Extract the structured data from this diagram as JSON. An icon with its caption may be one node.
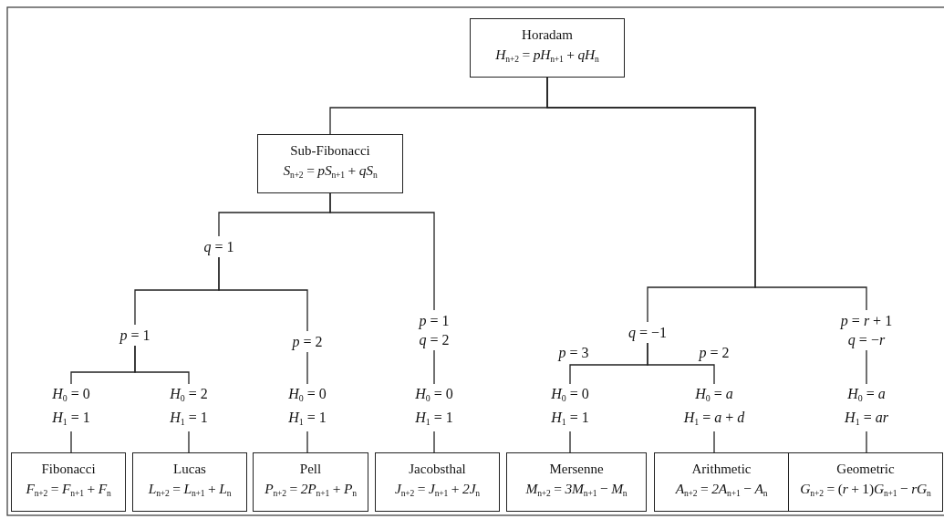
{
  "diagram": {
    "nodes": [
      {
        "text": [
          "Horadam",
          "*H*$_{n+2}$ = *pH*$_{n+1}$ + *qH*$_{n}$"
        ]
      },
      {
        "text": [
          "Sub-Fibonacci",
          "*S*$_{n+2}$ = *pS*$_{n+1}$ + *qS*$_{n}$"
        ]
      },
      {
        "text": [
          "*q* = 1"
        ]
      },
      {
        "text": [
          "*p* = 1"
        ]
      },
      {
        "text": [
          "*p* = 2"
        ]
      },
      {
        "text": [
          "*p* = 1",
          "*q* = 2"
        ]
      },
      {
        "text": [
          "*q* = −1"
        ]
      },
      {
        "text": [
          "*p* = *r* + 1",
          "*q* = −*r*"
        ]
      },
      {
        "text": [
          "*H*$_{0}$ = 0",
          "*H*$_{1}$ = 1"
        ]
      },
      {
        "text": [
          "*H*$_{0}$ = 2",
          "*H*$_{1}$ = 1"
        ]
      },
      {
        "text": [
          "*H*$_{0}$ = 0",
          "*H*$_{1}$ = 1"
        ]
      },
      {
        "text": [
          "*H*$_{0}$ = 0",
          "*H*$_{1}$ = 1"
        ]
      },
      {
        "text": [
          "*H*$_{0}$ = 0",
          "*H*$_{1}$ = 1"
        ]
      },
      {
        "text": [
          "*H*$_{0}$ = *a*",
          "*H*$_{1}$ = *a* + *d*"
        ]
      },
      {
        "text": [
          "*H*$_{0}$ = *a*",
          "*H*$_{1}$ = *ar*"
        ]
      },
      {
        "text": [
          "Fibonacci",
          "*F*$_{n+2}$ = *F*$_{n+1}$ + *F*$_{n}$"
        ]
      },
      {
        "text": [
          "Lucas",
          "*L*$_{n+2}$ = *L*$_{n+1}$ + *L*$_{n}$"
        ]
      },
      {
        "text": [
          "Pell",
          "*P*$_{n+2}$ = *2P*$_{n+1}$ + *P*$_{n}$"
        ]
      },
      {
        "text": [
          "Jacobsthal",
          "*J*$_{n+2}$ = *J*$_{n+1}$ + *2J*$_{n}$"
        ]
      },
      {
        "text": [
          "Mersenne",
          "*M*$_{n+2}$ = *3M*$_{n+1}$ − *M*$_{n}$"
        ]
      },
      {
        "text": [
          "Arithmetic",
          "*A*$_{n+2}$ = *2A*$_{n+1}$ − *A*$_{n}$"
        ]
      },
      {
        "text": [
          "Geometric",
          "*G*$_{n+2}$ = (*r* + 1)*G*$_{n+1}$ − *rG*$_{n}$"
        ]
      }
    ],
    "edges": [
      {
        "from": 0,
        "to": 1,
        "arrow": "none"
      },
      {
        "from": 0,
        "to": 6,
        "arrow": "none"
      },
      {
        "from": 0,
        "to": 7,
        "arrow": "none"
      },
      {
        "from": 1,
        "to": 2,
        "arrow": "none"
      },
      {
        "from": 1,
        "to": 5,
        "arrow": "none"
      },
      {
        "from": 2,
        "to": 3,
        "arrow": "none"
      },
      {
        "from": 2,
        "to": 4,
        "arrow": "none"
      },
      {
        "from": 3,
        "to": 8,
        "arrow": "none"
      },
      {
        "from": 3,
        "to": 9,
        "arrow": "none"
      },
      {
        "from": 4,
        "to": 10,
        "arrow": "none"
      },
      {
        "from": 5,
        "to": 11,
        "arrow": "none"
      },
      {
        "from": 6,
        "to": 12,
        "label": "*p* = 3",
        "arrow": "none"
      },
      {
        "from": 6,
        "to": 13,
        "label": "*p* = 2",
        "arrow": "none"
      },
      {
        "from": 7,
        "to": 14,
        "arrow": "none"
      },
      {
        "from": 8,
        "to": 15,
        "arrow": "none"
      },
      {
        "from": 9,
        "to": 16,
        "arrow": "none"
      },
      {
        "from": 10,
        "to": 17,
        "arrow": "none"
      },
      {
        "from": 11,
        "to": 18,
        "arrow": "none"
      },
      {
        "from": 12,
        "to": 19,
        "arrow": "none"
      },
      {
        "from": 13,
        "to": 20,
        "arrow": "none"
      },
      {
        "from": 14,
        "to": 21,
        "arrow": "none"
      }
    ]
  }
}
